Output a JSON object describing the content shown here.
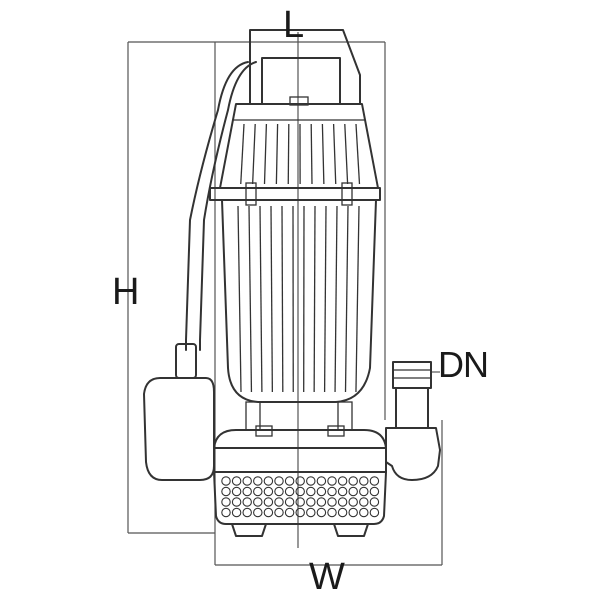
{
  "dimensions": {
    "length_label": "L",
    "height_label": "H",
    "width_label": "W",
    "discharge_label": "DN"
  }
}
